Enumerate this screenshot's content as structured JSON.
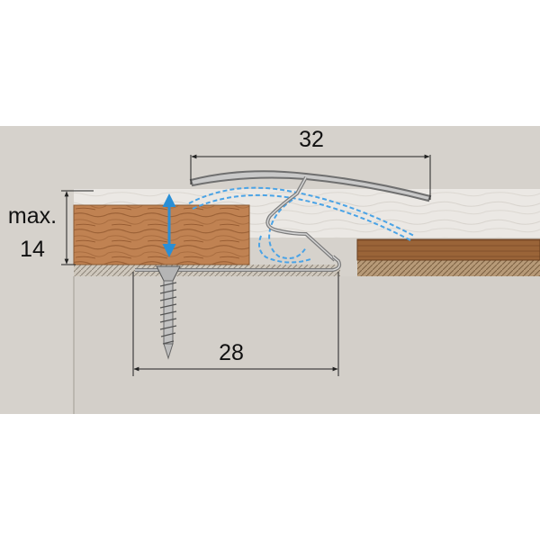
{
  "labels": {
    "top_width": "32",
    "max_label": "max.",
    "height_value": "14",
    "base_width": "28"
  },
  "colors": {
    "background_panel": "#d6d2cc",
    "substrate": "#d0ccc6",
    "wood_plank": "#b8794a",
    "laminate": "#8b5a34",
    "profile_metal": "#8e8e8e",
    "alt_position_dashed": "#4aa3e6",
    "height_arrow": "#2a8fd6",
    "dimension_line": "#222222"
  },
  "icons": [
    "screw-icon",
    "height-adjust-arrow-icon"
  ]
}
